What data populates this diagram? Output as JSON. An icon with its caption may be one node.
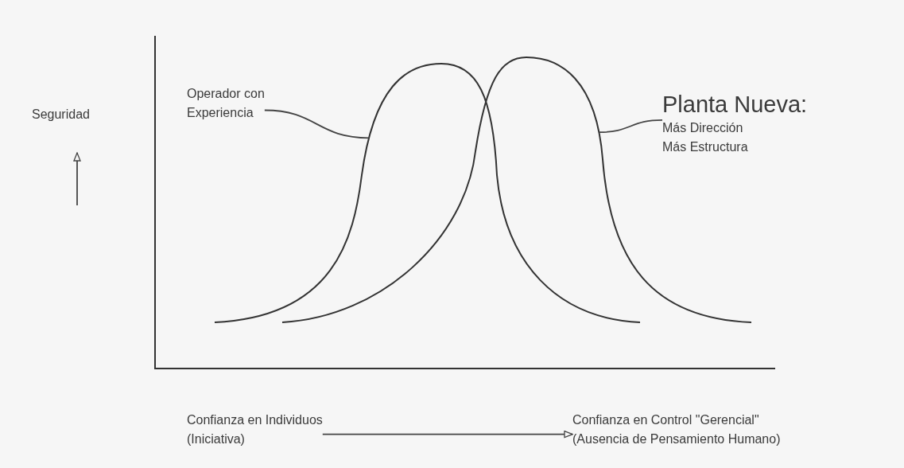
{
  "diagram": {
    "nodes": [
      {
        "text": [
          "Operador con Experiencia"
        ]
      },
      {
        "text": [],
        "shape": "curve"
      },
      {
        "text": [
          "Planta Nueva:",
          "Más Dirección Más Estructura"
        ]
      },
      {
        "text": [],
        "shape": "curve"
      },
      {
        "text": [
          "Confianza en Individuos (Iniciativa)"
        ]
      },
      {
        "text": [
          "Confianza en Control \"Gerencial\" (Ausencia de Pensamiento Humano)"
        ]
      }
    ],
    "edges": [
      {
        "from": 0,
        "to": 1,
        "arrow": "none"
      },
      {
        "from": 2,
        "to": 3,
        "arrow": "none"
      },
      {
        "from": 4,
        "to": 5,
        "arrow": "to"
      }
    ],
    "labels": [
      "Seguridad"
    ]
  }
}
